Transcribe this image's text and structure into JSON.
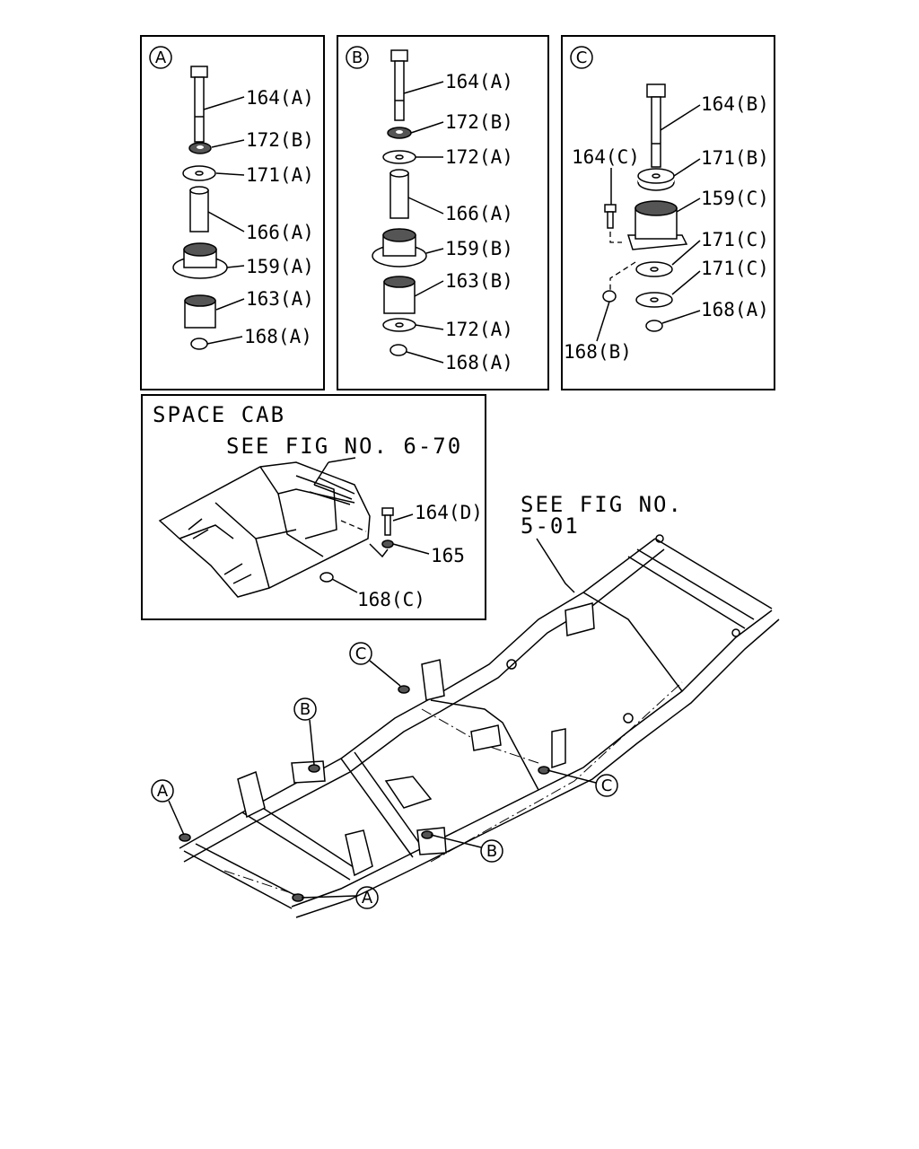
{
  "panel_a": {
    "callout": "A",
    "labels": [
      "164(A)",
      "172(B)",
      "171(A)",
      "166(A)",
      "159(A)",
      "163(A)",
      "168(A)"
    ]
  },
  "panel_b": {
    "callout": "B",
    "labels": [
      "164(A)",
      "172(B)",
      "172(A)",
      "166(A)",
      "159(B)",
      "163(B)",
      "172(A)",
      "168(A)"
    ]
  },
  "panel_c": {
    "callout": "C",
    "labels": [
      "164(B)",
      "164(C)",
      "171(B)",
      "159(C)",
      "171(C)",
      "171(C)",
      "168(A)",
      "168(B)"
    ]
  },
  "space_cab": {
    "title": "SPACE CAB",
    "see_fig": "SEE FIG NO. 6-70",
    "labels": [
      "164(D)",
      "165",
      "168(C)"
    ]
  },
  "frame_ref": {
    "line1": "SEE FIG NO.",
    "line2": "5-01"
  },
  "frame_callouts": {
    "c_top": "C",
    "b_left": "B",
    "a_left": "A",
    "c_right": "C",
    "b_bottom": "B",
    "a_bottom": "A"
  }
}
